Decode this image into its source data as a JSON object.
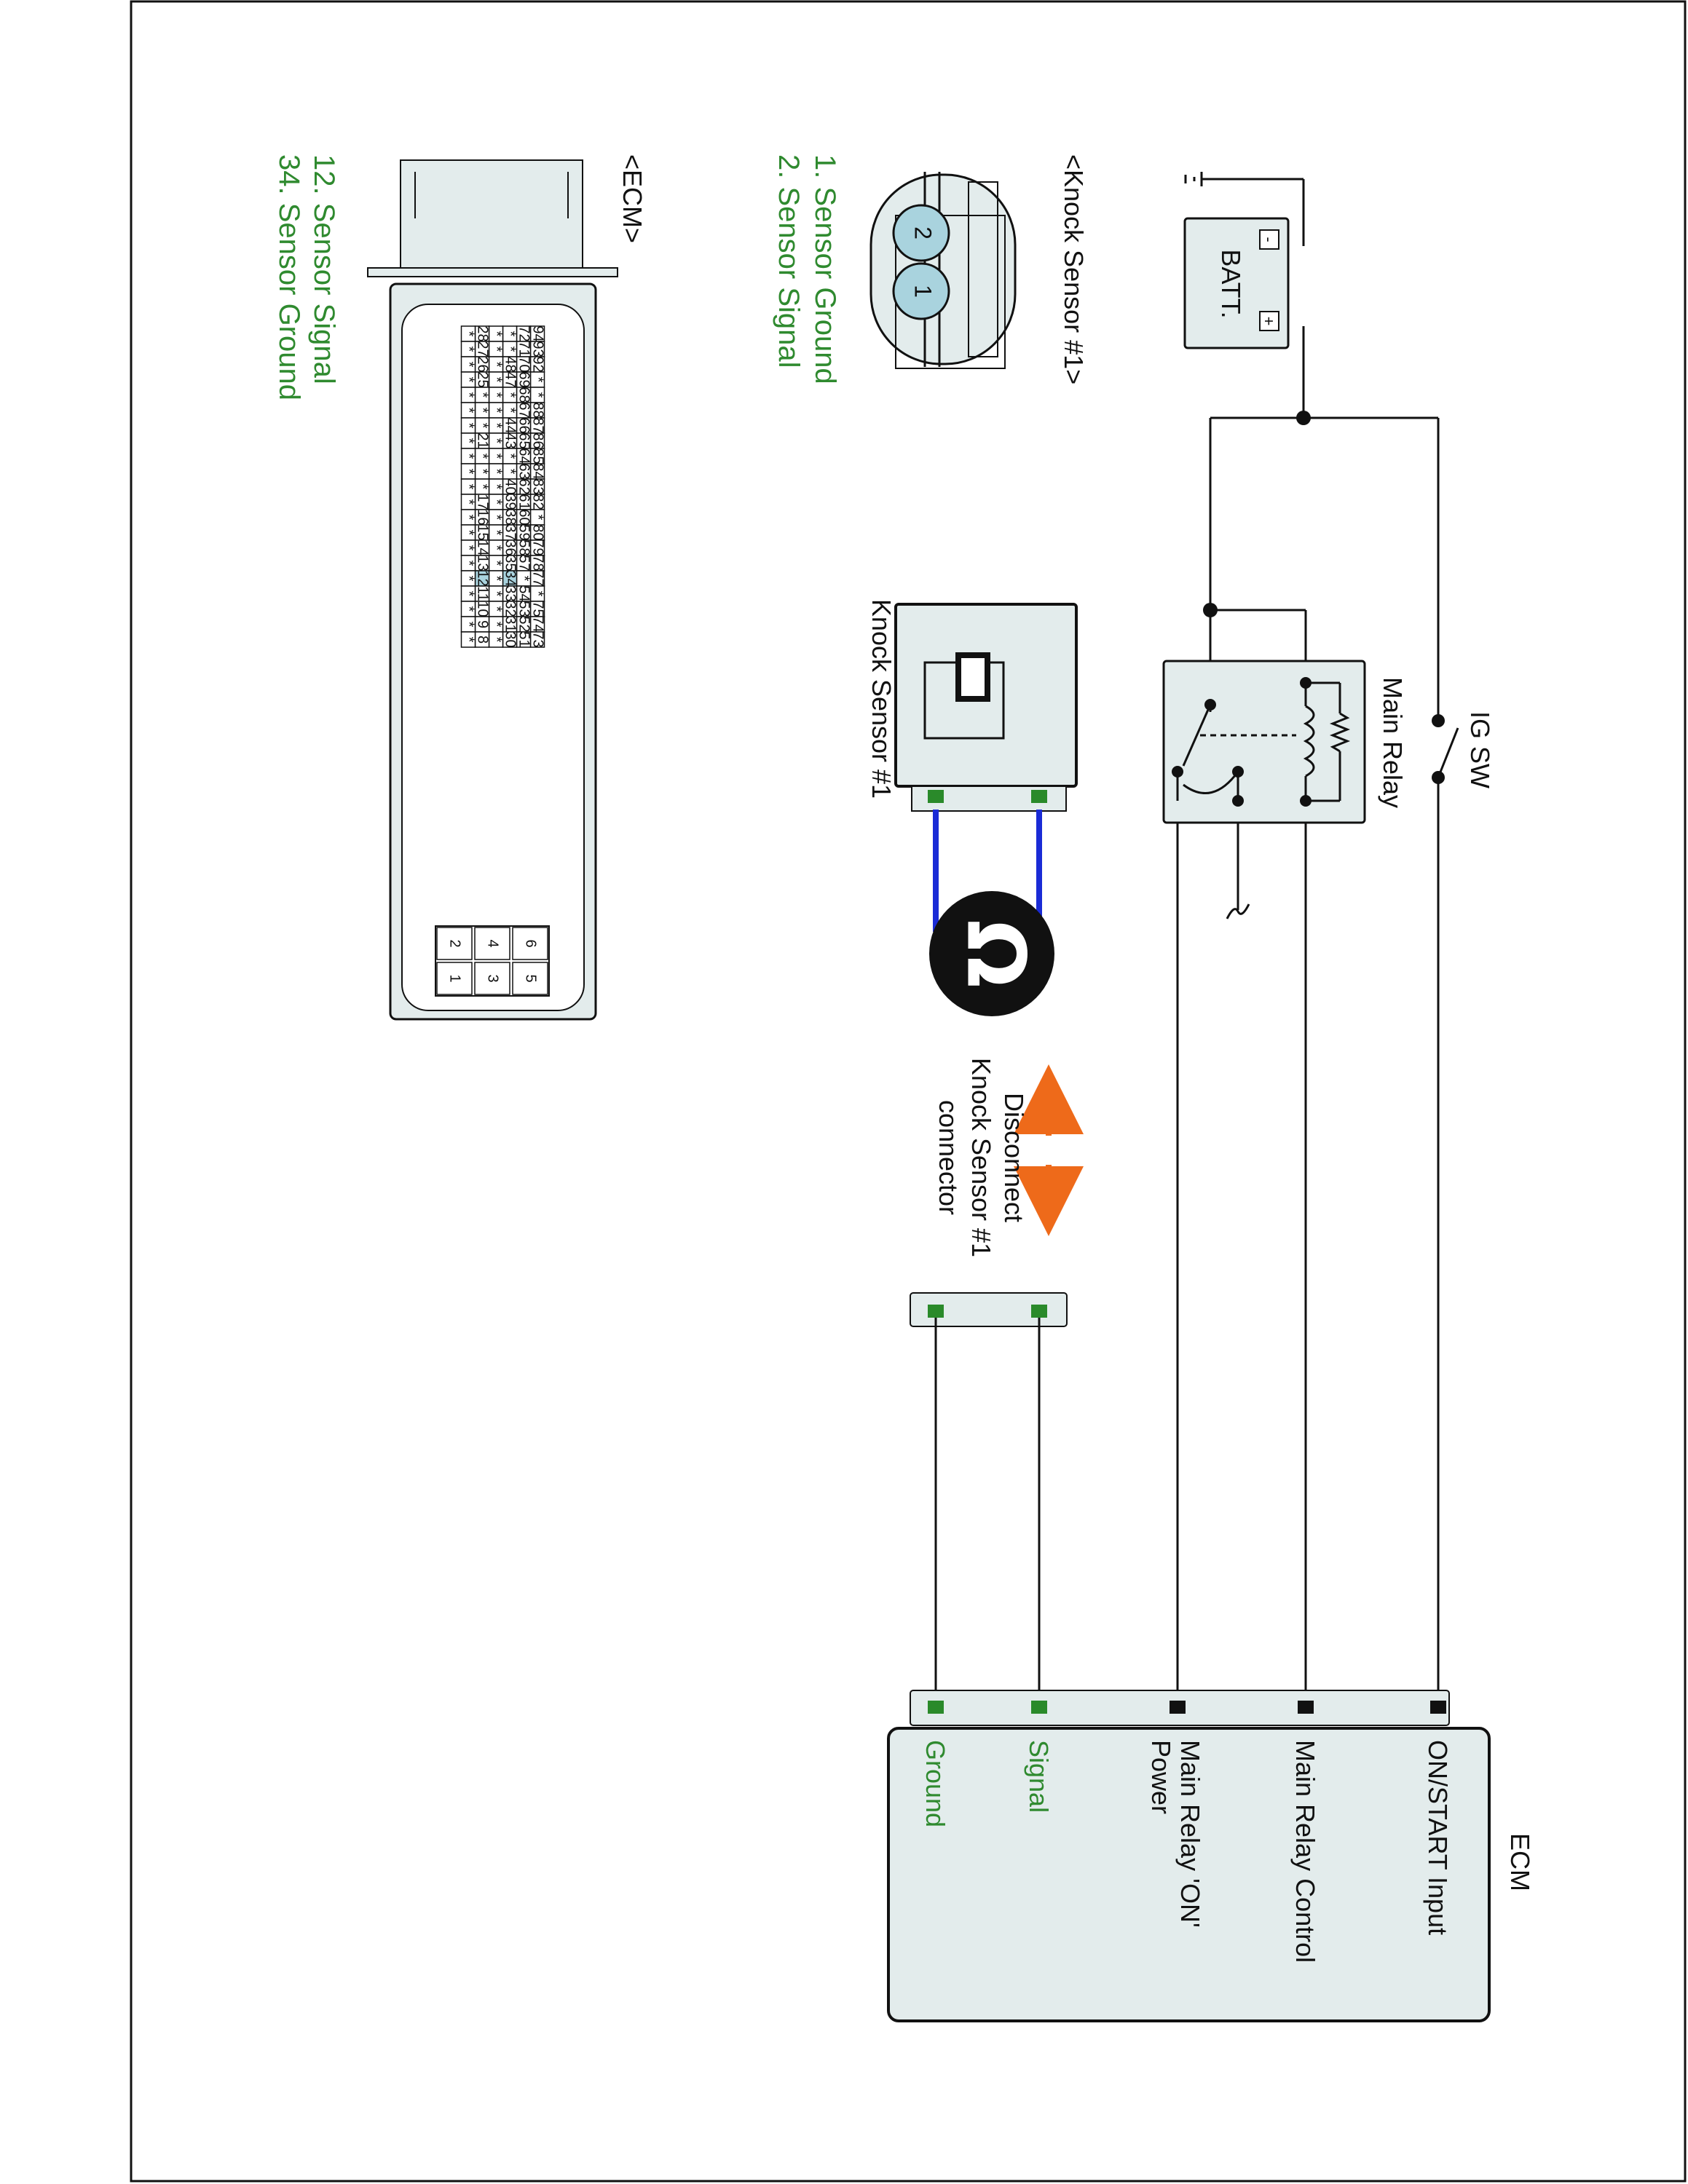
{
  "colors": {
    "wire": "#111111",
    "sensor_wire": "#1a2bd6",
    "pin_green": "#2a8a2a",
    "pin_black": "#111111",
    "label_green": "#2f8a2f",
    "arrow_orange": "#ee6a1a",
    "panel_fill": "#e3ecec",
    "sensor_pin_fill": "#a9d3de",
    "ecm_highlight": "#a9d3de"
  },
  "power": {
    "battery_label": "BATT.",
    "plus": "+",
    "minus": "-",
    "ig_sw_label": "IG SW",
    "main_relay_label": "Main Relay"
  },
  "knock_sensor": {
    "label": "Knock Sensor #1",
    "ohm_icon": "ohmmeter-icon",
    "ohm_symbol": "Ω",
    "connector_title": "<Knock Sensor #1>",
    "pin_1": "1",
    "pin_2": "2",
    "pin_desc": [
      "1. Sensor Ground",
      "2. Sensor Signal"
    ]
  },
  "disconnect": {
    "lines": [
      "Disconnect",
      "Knock Sensor #1",
      "connector"
    ]
  },
  "ecm_block": {
    "title": "ECM",
    "terminals": [
      "ON/START Input",
      "Main Relay Control",
      "Main Relay 'ON' Power",
      "Signal",
      "Ground"
    ],
    "main_relay_on_power_lines": [
      "Main Relay 'ON'",
      "Power"
    ]
  },
  "ecm_connector": {
    "title": "<ECM>",
    "pin_desc": [
      "12. Sensor Signal",
      "34. Sensor Ground"
    ],
    "row_a": [
      "94",
      "93",
      "92",
      "*",
      "*",
      "88",
      "87",
      "86",
      "85",
      "84",
      "83",
      "82",
      "*",
      "80",
      "79",
      "78",
      "77",
      "*",
      "75",
      "74",
      "73"
    ],
    "row_b": [
      "72",
      "71",
      "70",
      "69",
      "68",
      "67",
      "66",
      "65",
      "64",
      "63",
      "62",
      "61",
      "60",
      "59",
      "58",
      "57",
      "*",
      "54",
      "53",
      "52",
      "51"
    ],
    "row_c": [
      "*",
      "*",
      "48",
      "47",
      "*",
      "*",
      "44",
      "43",
      "*",
      "*",
      "40",
      "39",
      "38",
      "37",
      "36",
      "35",
      "34",
      "33",
      "32",
      "31",
      "30"
    ],
    "row_d": [
      "*",
      "*",
      "*",
      "*",
      "*",
      "*",
      "*",
      "*",
      "*",
      "*",
      "*",
      "*",
      "*",
      "*",
      "*",
      "*",
      "*",
      "*",
      "*",
      "*",
      "*"
    ],
    "row_e": [
      "28",
      "27",
      "26",
      "25",
      "*",
      "*",
      "*",
      "21",
      "*",
      "*",
      "*",
      "17",
      "16",
      "15",
      "14",
      "13",
      "12",
      "11",
      "10",
      "9",
      "8"
    ],
    "row_f": [
      "*",
      "*",
      "*",
      "*",
      "*",
      "*",
      "*",
      "*",
      "*",
      "*",
      "*",
      "*",
      "*",
      "*",
      "*",
      "*",
      "*",
      "*",
      "*",
      "*",
      "*"
    ],
    "small_block": [
      "6",
      "5",
      "4",
      "3",
      "2",
      "1"
    ]
  }
}
